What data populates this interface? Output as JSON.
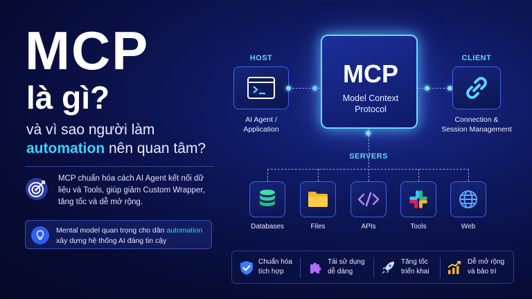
{
  "headline": {
    "title": "MCP",
    "question": "là gì?",
    "line1": "và vì sao người làm",
    "line2_highlight": "automation",
    "line2_rest": " nên quan tâm?"
  },
  "description": "MCP chuẩn hóa cách AI Agent kết nối dữ liệu và Tools, giúp giảm Custom Wrapper, tăng tốc và dễ mở rộng.",
  "callout": {
    "text_before": "Mental model quan trọng cho dân ",
    "highlight": "automation",
    "text_after": " xây dựng hệ thống AI đáng tin cậy"
  },
  "diagram": {
    "host_label": "HOST",
    "host_caption_line1": "AI Agent /",
    "host_caption_line2": "Application",
    "mcp_title": "MCP",
    "mcp_subtitle_line1": "Model Context",
    "mcp_subtitle_line2": "Protocol",
    "client_label": "CLIENT",
    "client_caption_line1": "Connection &",
    "client_caption_line2": "Session Management",
    "servers_label": "SERVERS",
    "servers": [
      "Databases",
      "Files",
      "APIs",
      "Tools",
      "Web"
    ]
  },
  "features": [
    {
      "line1": "Chuẩn hóa",
      "line2": "tích hợp",
      "icon": "shield-check-icon"
    },
    {
      "line1": "Tái sử dụng",
      "line2": "dễ dàng",
      "icon": "puzzle-icon"
    },
    {
      "line1": "Tăng tốc",
      "line2": "triển khai",
      "icon": "rocket-icon"
    },
    {
      "line1": "Dễ mở rộng",
      "line2": "và bảo trì",
      "icon": "growth-chart-icon"
    }
  ],
  "colors": {
    "accent_cyan": "#37d3ff",
    "background_dark": "#070b33",
    "box_border": "#3f63e6"
  }
}
